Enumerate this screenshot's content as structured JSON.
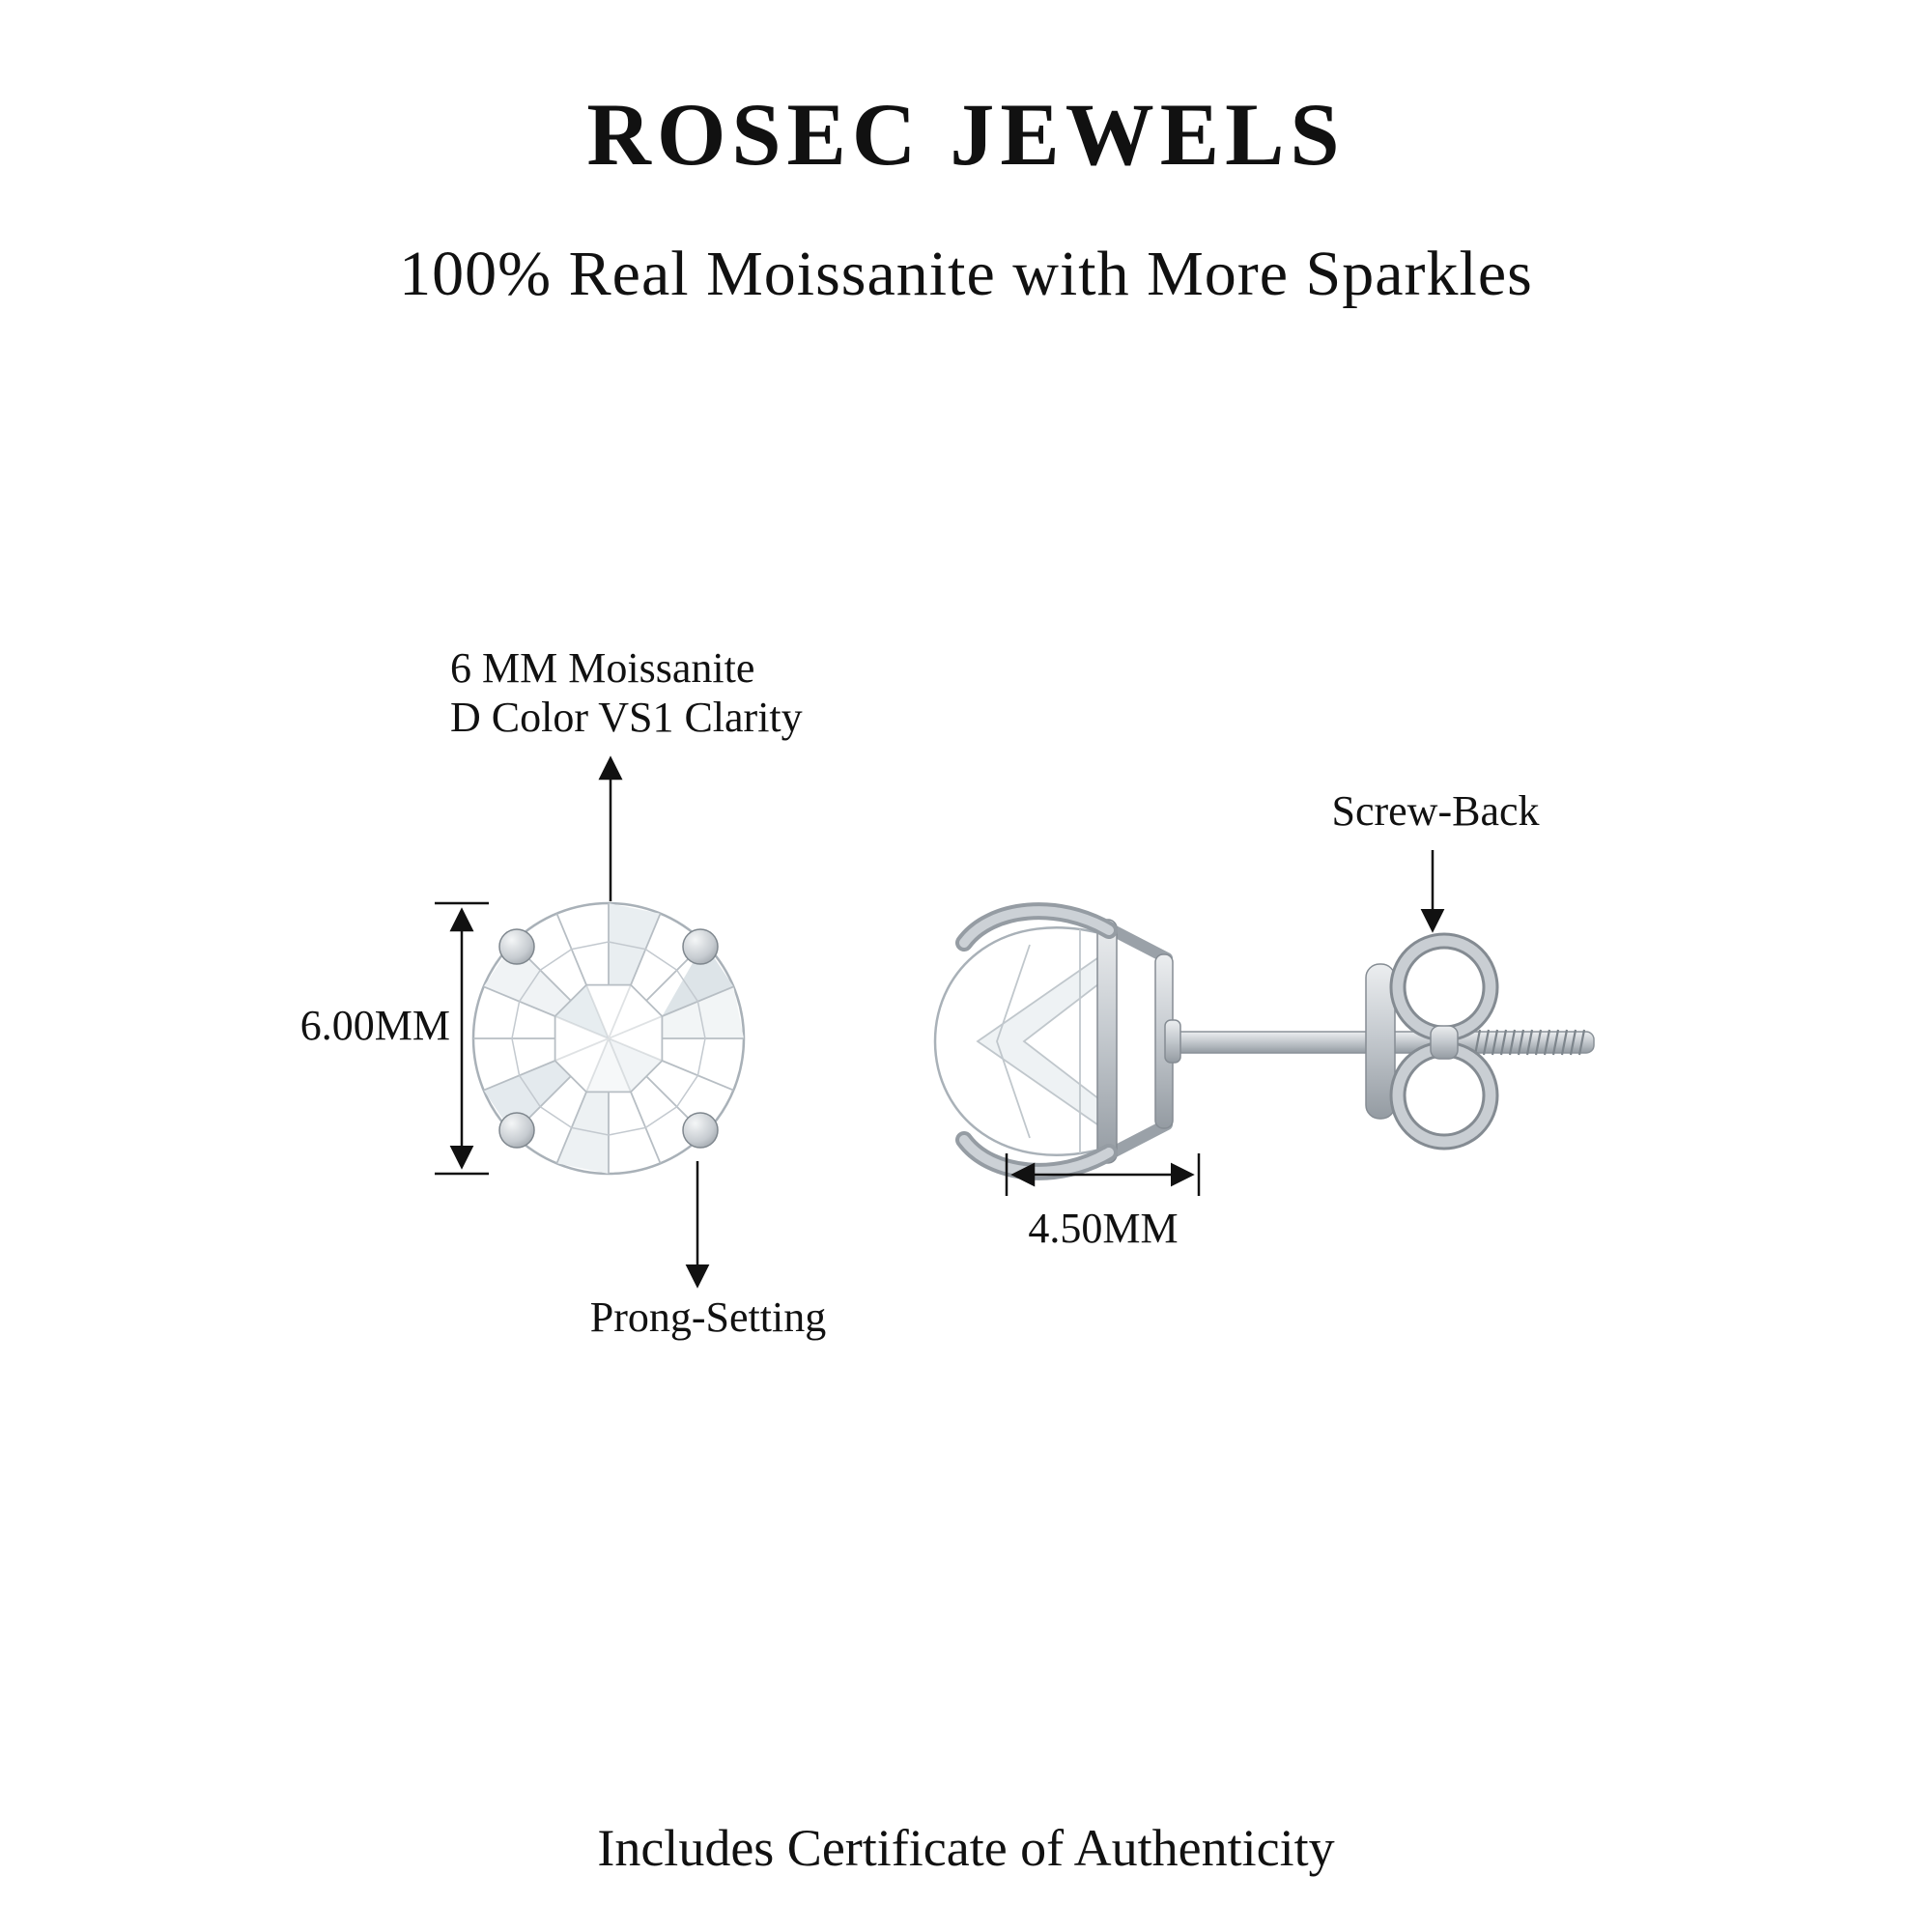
{
  "header": {
    "brand": "ROSEC JEWELS",
    "tagline": "100% Real Moissanite with More Sparkles"
  },
  "front_view": {
    "stone_callout": {
      "line1": "6 MM Moissanite",
      "line2": "D Color VS1 Clarity"
    },
    "height_dimension": "6.00MM",
    "prong_callout": "Prong-Setting"
  },
  "side_view": {
    "back_callout": "Screw-Back",
    "width_dimension": "4.50MM"
  },
  "footer": {
    "certificate_note": "Includes Certificate of Authenticity"
  },
  "colors": {
    "background": "#ffffff",
    "text": "#111111",
    "annotation_line": "#111111",
    "metal_light": "#eceef0",
    "metal": "#c6cbd0",
    "metal_dark": "#949ba2",
    "gem_facet_line": "#b7bec4"
  }
}
